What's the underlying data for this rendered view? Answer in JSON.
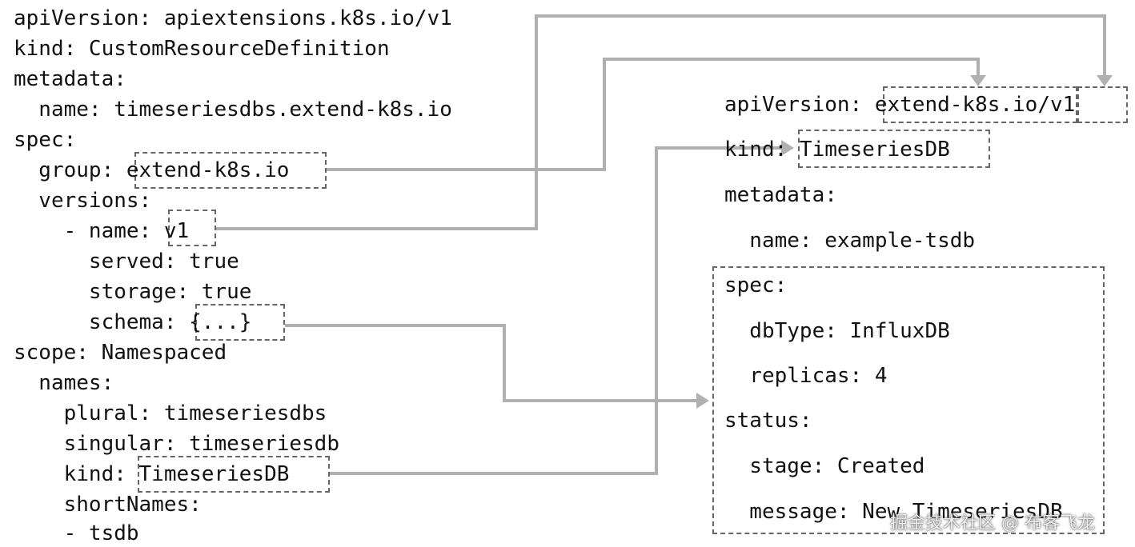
{
  "left_yaml": [
    "apiVersion: apiextensions.k8s.io/v1",
    "kind: CustomResourceDefinition",
    "metadata:",
    "  name: timeseriesdbs.extend-k8s.io",
    "spec:",
    "  group: extend-k8s.io",
    "  versions:",
    "    - name: v1",
    "      served: true",
    "      storage: true",
    "      schema: {...}",
    "scope: Namespaced",
    "  names:",
    "    plural: timeseriesdbs",
    "    singular: timeseriesdb",
    "    kind: TimeseriesDB",
    "    shortNames:",
    "    - tsdb"
  ],
  "right_yaml": [
    "apiVersion: extend-k8s.io/v1",
    "kind: TimeseriesDB",
    "metadata:",
    "  name: example-tsdb",
    "spec:",
    "  dbType: InfluxDB",
    "  replicas: 4",
    "status:",
    "  stage: Created",
    "  message: New TimeseriesDB"
  ],
  "colors": {
    "connector": "#b0b0b0",
    "dashed_border": "#666666",
    "text": "#111111"
  },
  "watermark": "掘金技术社区 @ 布客飞龙"
}
